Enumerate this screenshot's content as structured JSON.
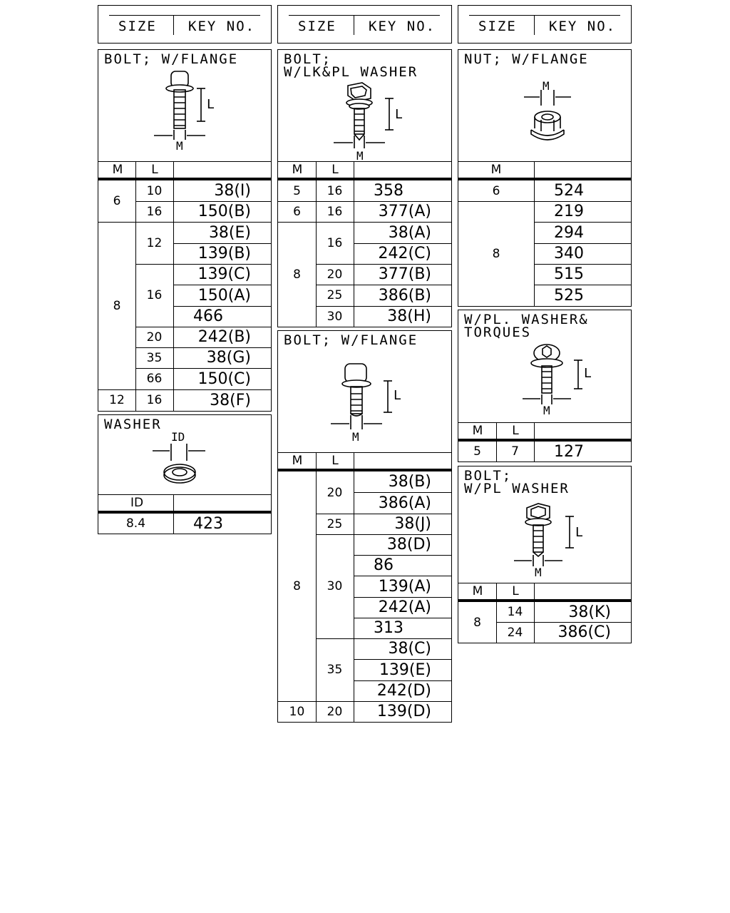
{
  "header": {
    "size_label": "SIZE",
    "key_label": "KEY NO."
  },
  "col_m": "M",
  "col_l": "L",
  "col_id": "ID",
  "dim_l": "L",
  "dim_m": "M",
  "dim_id": "ID",
  "panels": {
    "bolt_flange_left": {
      "title": "BOLT; W/FLANGE",
      "rows": [
        {
          "m": "6",
          "l": "10",
          "key": "38(I)"
        },
        {
          "m": "",
          "l": "16",
          "key": "150(B)"
        },
        {
          "m": "8",
          "l": "12",
          "key": "38(E)"
        },
        {
          "m": "",
          "l": "",
          "key": "139(B)"
        },
        {
          "m": "",
          "l": "16",
          "key": "139(C)"
        },
        {
          "m": "",
          "l": "",
          "key": "150(A)"
        },
        {
          "m": "",
          "l": "",
          "key": "466"
        },
        {
          "m": "",
          "l": "20",
          "key": "242(B)"
        },
        {
          "m": "",
          "l": "35",
          "key": "38(G)"
        },
        {
          "m": "",
          "l": "66",
          "key": "150(C)"
        },
        {
          "m": "12",
          "l": "16",
          "key": "38(F)"
        }
      ]
    },
    "washer": {
      "title": "WASHER",
      "rows": [
        {
          "id": "8.4",
          "key": "423"
        }
      ]
    },
    "bolt_lk_pl": {
      "title": "BOLT;\nW/LK&PL WASHER",
      "rows": [
        {
          "m": "5",
          "l": "16",
          "key": "358"
        },
        {
          "m": "6",
          "l": "16",
          "key": "377(A)"
        },
        {
          "m": "8",
          "l": "16",
          "key": "38(A)"
        },
        {
          "m": "",
          "l": "",
          "key": "242(C)"
        },
        {
          "m": "",
          "l": "20",
          "key": "377(B)"
        },
        {
          "m": "",
          "l": "25",
          "key": "386(B)"
        },
        {
          "m": "",
          "l": "30",
          "key": "38(H)"
        }
      ]
    },
    "bolt_flange_mid": {
      "title": "BOLT; W/FLANGE",
      "rows": [
        {
          "m": "8",
          "l": "20",
          "key": "38(B)"
        },
        {
          "m": "",
          "l": "",
          "key": "386(A)"
        },
        {
          "m": "",
          "l": "25",
          "key": "38(J)"
        },
        {
          "m": "",
          "l": "30",
          "key": "38(D)"
        },
        {
          "m": "",
          "l": "",
          "key": "86"
        },
        {
          "m": "",
          "l": "",
          "key": "139(A)"
        },
        {
          "m": "",
          "l": "",
          "key": "242(A)"
        },
        {
          "m": "",
          "l": "",
          "key": "313"
        },
        {
          "m": "",
          "l": "35",
          "key": "38(C)"
        },
        {
          "m": "",
          "l": "",
          "key": "139(E)"
        },
        {
          "m": "",
          "l": "",
          "key": "242(D)"
        },
        {
          "m": "10",
          "l": "20",
          "key": "139(D)"
        }
      ]
    },
    "nut_flange": {
      "title": "NUT; W/FLANGE",
      "rows": [
        {
          "m": "6",
          "key": "524"
        },
        {
          "m": "8",
          "key": "219"
        },
        {
          "m": "",
          "key": "294"
        },
        {
          "m": "",
          "key": "340"
        },
        {
          "m": "",
          "key": "515"
        },
        {
          "m": "",
          "key": "525"
        }
      ]
    },
    "pl_washer_torques": {
      "title": "W/PL. WASHER&\nTORQUES",
      "rows": [
        {
          "m": "5",
          "l": "7",
          "key": "127"
        }
      ]
    },
    "bolt_pl_washer": {
      "title": "BOLT;\nW/PL WASHER",
      "rows": [
        {
          "m": "8",
          "l": "14",
          "key": "38(K)"
        },
        {
          "m": "",
          "l": "24",
          "key": "386(C)"
        }
      ]
    }
  }
}
